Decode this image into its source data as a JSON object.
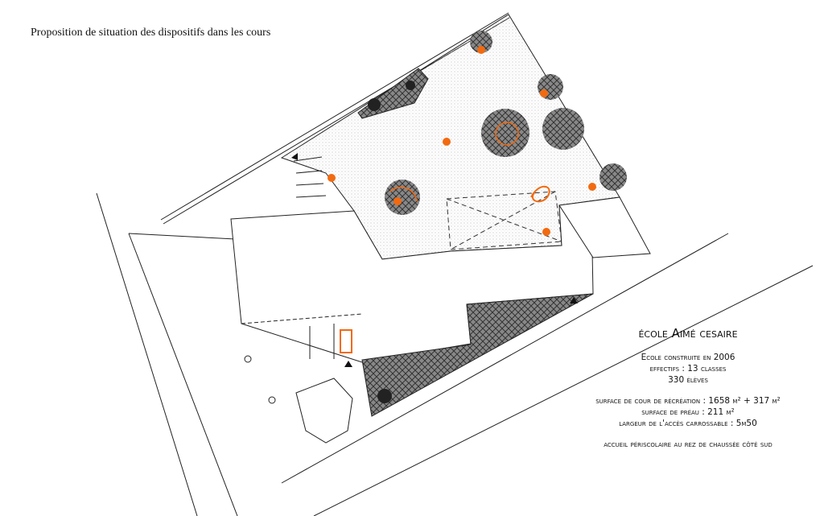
{
  "title": "Proposition de situation des dispositifs dans les cours",
  "school": {
    "name": "école Aimé cesaire",
    "lines_a": [
      "Ecole construite en 2006",
      "effectifs : 13 classes",
      "330 élèves"
    ],
    "lines_b": [
      "surface de cour de récréation : 1658 m² + 317 m²",
      "surface de préau : 211 m²",
      "largeur de l'accès carrossable : 5m50"
    ],
    "line_c": "accueil périscolaire au rez de chaussée côté sud"
  },
  "colors": {
    "accent": "#f26a10",
    "stroke": "#222222",
    "hatch": "#555555"
  }
}
